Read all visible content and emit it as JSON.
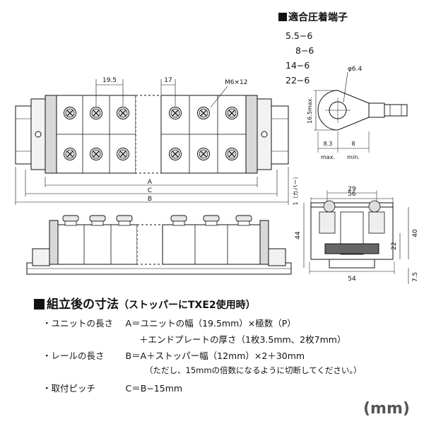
{
  "terminal_section": {
    "title": "適合圧着端子",
    "sizes": [
      "5.5−6",
      "8−6",
      "14−6",
      "22−6"
    ],
    "dim_hole": "φ6.4",
    "dim_height": "16.5max.",
    "dim_left": "8.3",
    "dim_left_note": "max.",
    "dim_right": "8",
    "dim_right_note": "min."
  },
  "top_view": {
    "dim_pitch": "19.5",
    "dim_plate": "17",
    "dim_screw": "M6×12",
    "label_a": "A",
    "label_c": "C",
    "label_b": "B"
  },
  "side_view": {
    "dim_width_outer": "56",
    "dim_width_inner": "29",
    "dim_base": "54",
    "dim_cover": "1（カバー）",
    "dim_height_total": "44",
    "dim_height_body": "40",
    "dim_height_mid": "22",
    "dim_height_rail": "7.5"
  },
  "formula_section": {
    "title": "組立後の寸法",
    "subtitle": "（ストッパーにTXE2使用時）",
    "rows": [
      {
        "bullet": "・",
        "label": "ユニットの長さ",
        "text": "A＝ユニットの幅（19.5mm）×極数（P）"
      },
      {
        "bullet": "",
        "label": "",
        "text": "＋エンドプレートの厚さ（1枚3.5mm、2枚7mm）"
      },
      {
        "bullet": "・",
        "label": "レールの長さ",
        "text": "B＝A＋ストッパー幅（12mm）×2＋30mm"
      },
      {
        "bullet": "",
        "label": "",
        "text": "（ただし、15mmの倍数になるように切断してください。）"
      },
      {
        "bullet": "・",
        "label": "取付ピッチ",
        "text": "C＝B−15mm"
      }
    ]
  },
  "unit_label": "(mm)"
}
